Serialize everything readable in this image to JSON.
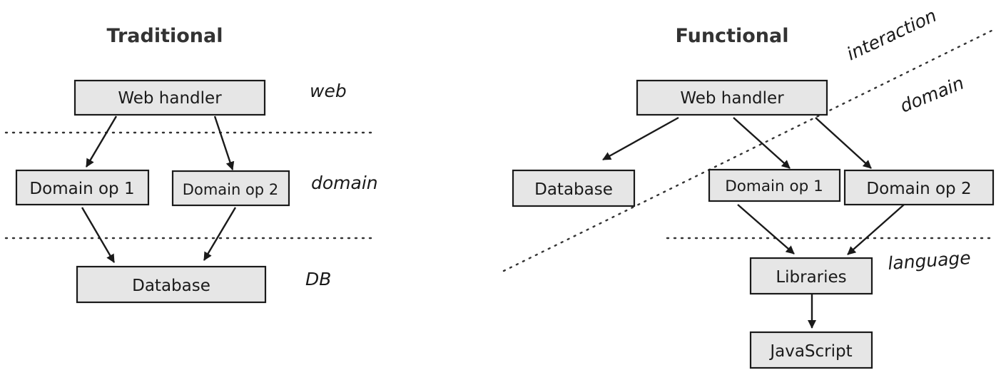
{
  "traditional": {
    "title": "Traditional",
    "web_handler": "Web handler",
    "domain_op_1": "Domain op 1",
    "domain_op_2": "Domain op 2",
    "database": "Database",
    "layer_labels": {
      "web": "web",
      "domain": "domain",
      "db": "DB"
    }
  },
  "functional": {
    "title": "Functional",
    "web_handler": "Web handler",
    "database": "Database",
    "domain_op_1": "Domain op 1",
    "domain_op_2": "Domain op 2",
    "libraries": "Libraries",
    "javascript": "JavaScript",
    "layer_labels": {
      "interaction": "interaction",
      "domain": "domain",
      "language": "language"
    }
  },
  "colors": {
    "box_fill": "#e6e6e6",
    "box_stroke": "#1a1a1a",
    "title": "#333333"
  }
}
